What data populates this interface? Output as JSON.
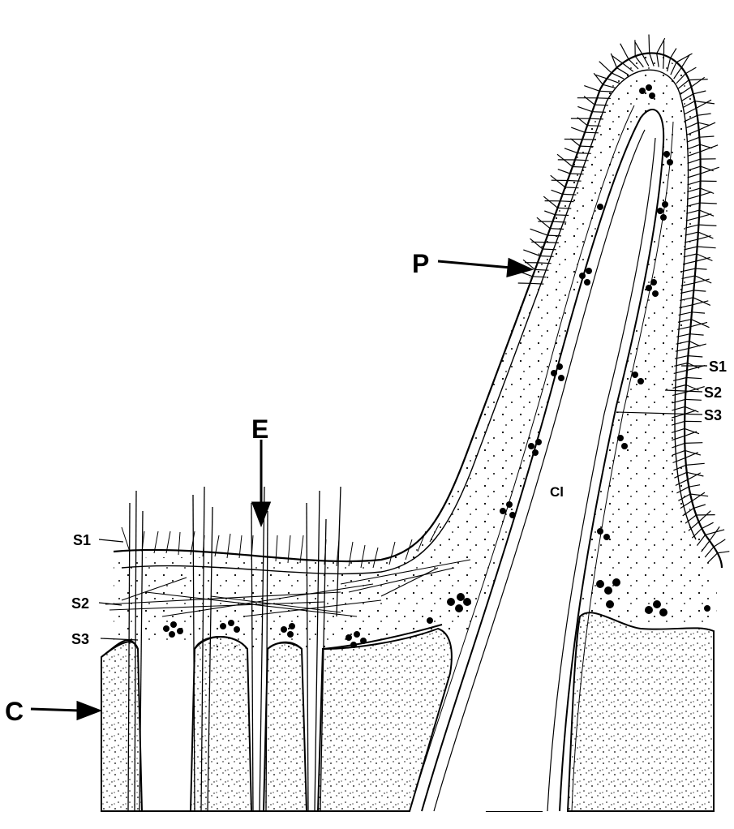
{
  "figure": {
    "labels": {
      "P": "P",
      "E": "E",
      "C": "C",
      "Cl": "Cl",
      "S1_left": "S1",
      "S2_left": "S2",
      "S3_left": "S3",
      "S1_right": "S1",
      "S2_right": "S2",
      "S3_right": "S3"
    },
    "colors": {
      "ink": "#000000",
      "paper": "#ffffff"
    }
  }
}
